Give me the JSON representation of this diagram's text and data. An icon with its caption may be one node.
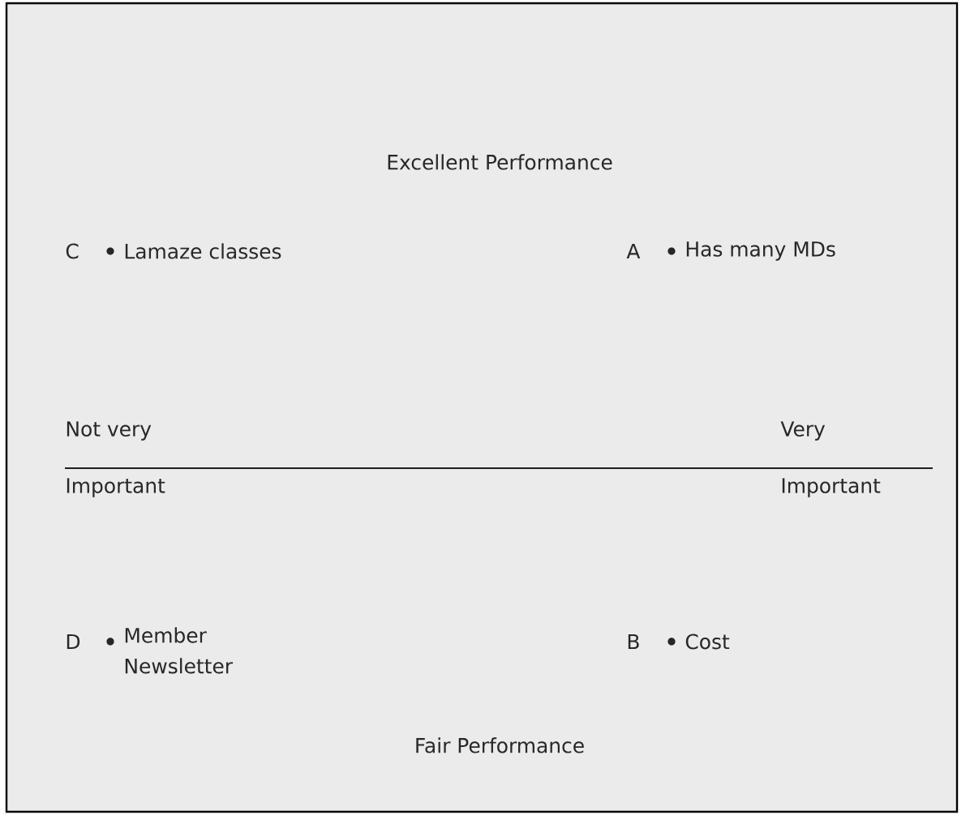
{
  "diagram": {
    "labels": [
      "Excellent Performance",
      "C",
      "Lamaze classes",
      "A",
      "Has many MDs",
      "Not very",
      "Very",
      "Important",
      "Important",
      "D",
      "Member Newsletter",
      "B",
      "Cost",
      "Fair Performance"
    ]
  }
}
